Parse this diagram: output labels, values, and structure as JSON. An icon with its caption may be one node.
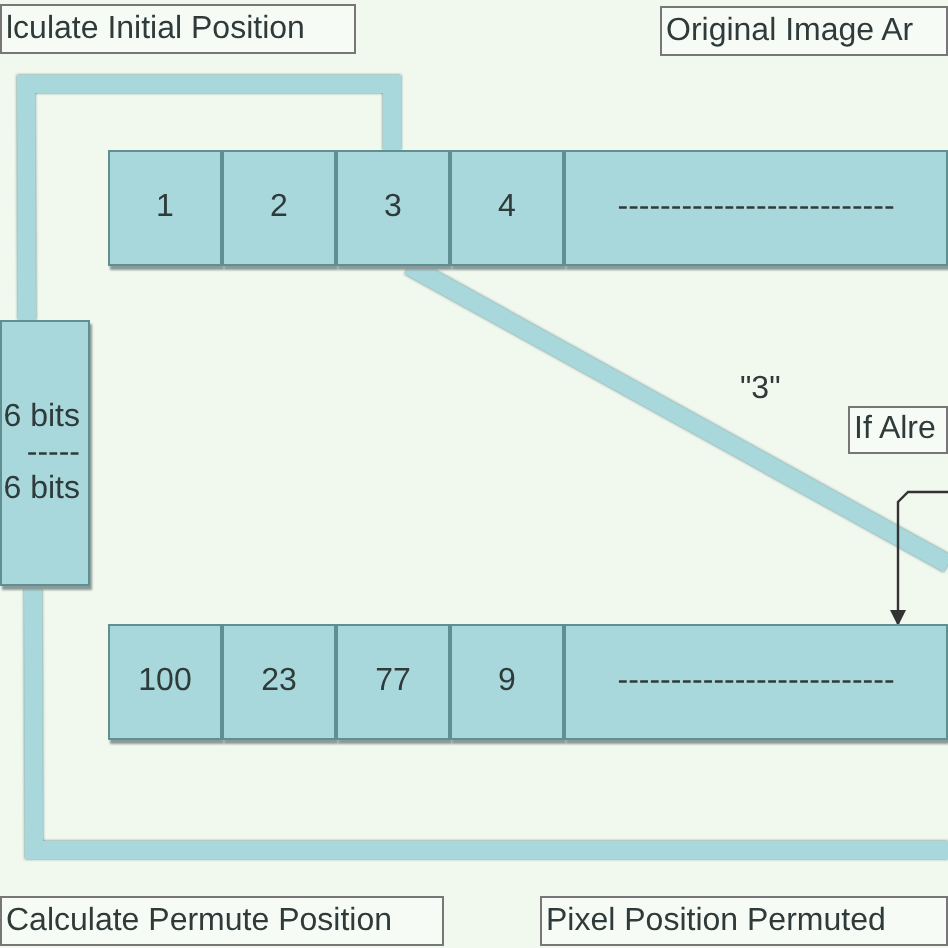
{
  "diagram": {
    "nodes": [
      {
        "text": [
          "lculate Initial Position"
        ]
      },
      {
        "text": [
          "Original Image Ar"
        ]
      },
      {
        "text": [
          "1"
        ]
      },
      {
        "text": [
          "2"
        ]
      },
      {
        "text": [
          "3"
        ]
      },
      {
        "text": [
          "4"
        ]
      },
      {
        "text": [
          "--------------------------"
        ]
      },
      {
        "text": [
          "6 bits",
          "-----",
          "6 bits"
        ]
      },
      {
        "text": [
          "If Alre"
        ]
      },
      {
        "text": [
          "100"
        ]
      },
      {
        "text": [
          "23"
        ]
      },
      {
        "text": [
          "77"
        ]
      },
      {
        "text": [
          "9"
        ]
      },
      {
        "text": [
          "--------------------------"
        ]
      },
      {
        "text": [
          "Calculate Permute Position"
        ]
      },
      {
        "text": [
          "Pixel Position Permuted"
        ]
      }
    ],
    "edges": [
      {
        "from": 4,
        "to": 7,
        "arrow": "none"
      },
      {
        "from": 7,
        "to": null,
        "arrow": "none"
      },
      {
        "from": 4,
        "to": null,
        "arrow": "none",
        "label": "\"3\""
      },
      {
        "from": null,
        "to": 13,
        "arrow": "to",
        "color": "#333333"
      }
    ]
  }
}
